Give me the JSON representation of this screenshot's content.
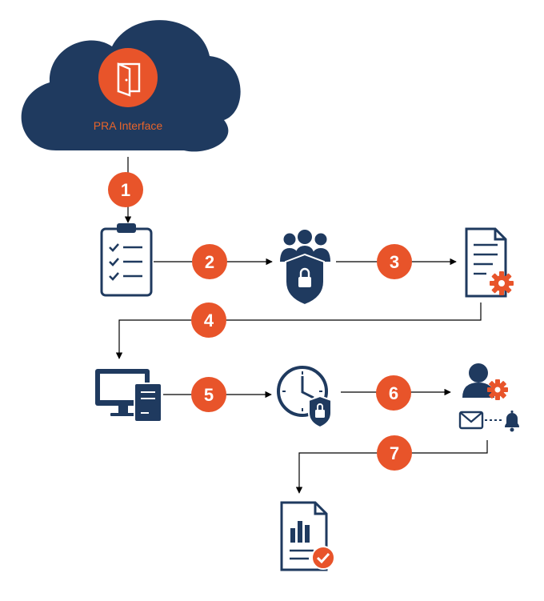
{
  "cloud": {
    "label": "PRA Interface",
    "icon": "door-icon"
  },
  "steps": [
    {
      "number": "1"
    },
    {
      "number": "2"
    },
    {
      "number": "3"
    },
    {
      "number": "4"
    },
    {
      "number": "5"
    },
    {
      "number": "6"
    },
    {
      "number": "7"
    }
  ],
  "colors": {
    "navy": "#1f3a5f",
    "orange": "#e8542a",
    "white": "#ffffff",
    "line": "#000000"
  },
  "icons": [
    "clipboard-checklist-icon",
    "user-group-shield-icon",
    "document-gear-icon",
    "desktop-server-icon",
    "clock-shield-icon",
    "user-gear-icon",
    "mail-bell-icon",
    "report-chart-check-icon"
  ]
}
